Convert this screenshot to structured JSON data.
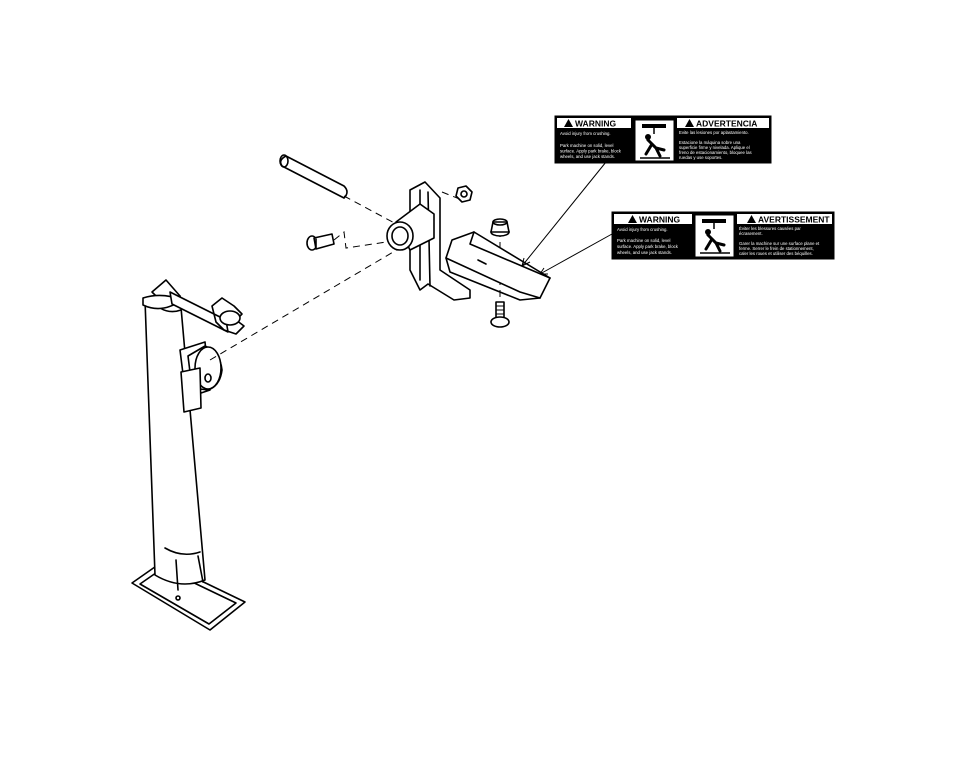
{
  "labels": {
    "label_a": {
      "warning": "WARNING",
      "warning_text": [
        "Avoid injury from crushing.",
        "",
        "Park machine on solid, level",
        "surface. Apply park brake, block",
        "wheels, and use jack stands."
      ],
      "alt_heading": "ADVERTENCIA",
      "alt_text": [
        "Evite las lesiones por aplastamiento.",
        "",
        "Estacione la máquina sobre una",
        "superficie firme y nivelada. Aplique el",
        "freno de estacionamiento, bloquee las",
        "ruedas y use soportes."
      ]
    },
    "label_b": {
      "warning": "WARNING",
      "warning_text": [
        "Avoid injury from crushing.",
        "",
        "Park machine on solid, level",
        "surface. Apply park brake, block",
        "wheels, and use jack stands."
      ],
      "alt_heading": "AVERTISSEMENT",
      "alt_text": [
        "Éviter les blessures causées par",
        "écrasement.",
        "",
        "Garer la machine sur une surface plane et",
        "ferme. Serrer le frein de stationnement,",
        "caler les roues et utiliser des béquilles."
      ]
    }
  },
  "icons": [
    "warning-triangle-icon",
    "crush-hazard-pictogram-icon"
  ]
}
